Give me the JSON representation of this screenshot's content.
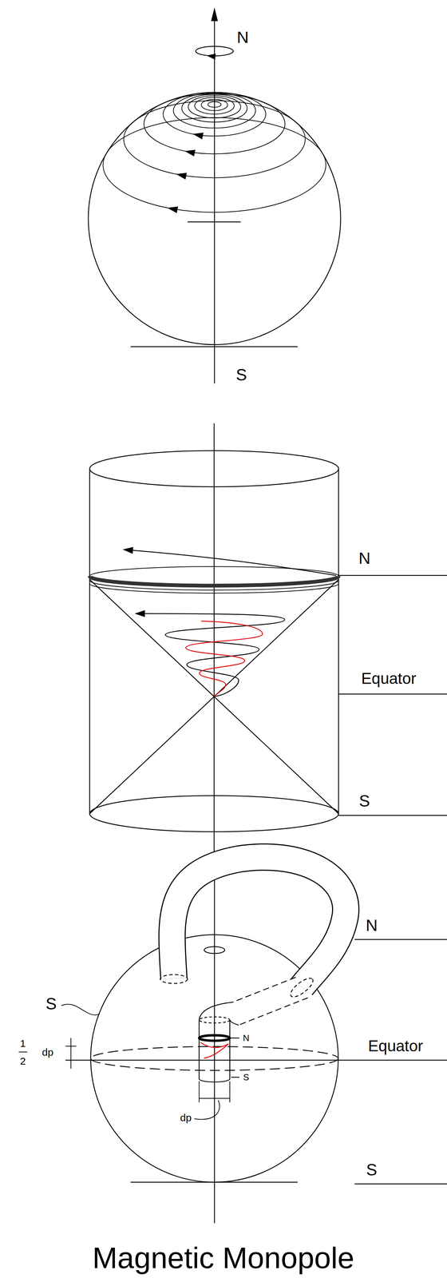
{
  "diagram": {
    "caption": "Magnetic Monopole",
    "labels": [
      "N",
      "S",
      "N",
      "Equator",
      "S",
      "S",
      "N",
      "1",
      "2",
      "dp",
      "N",
      "S",
      "Equator",
      "dp",
      "S"
    ]
  }
}
